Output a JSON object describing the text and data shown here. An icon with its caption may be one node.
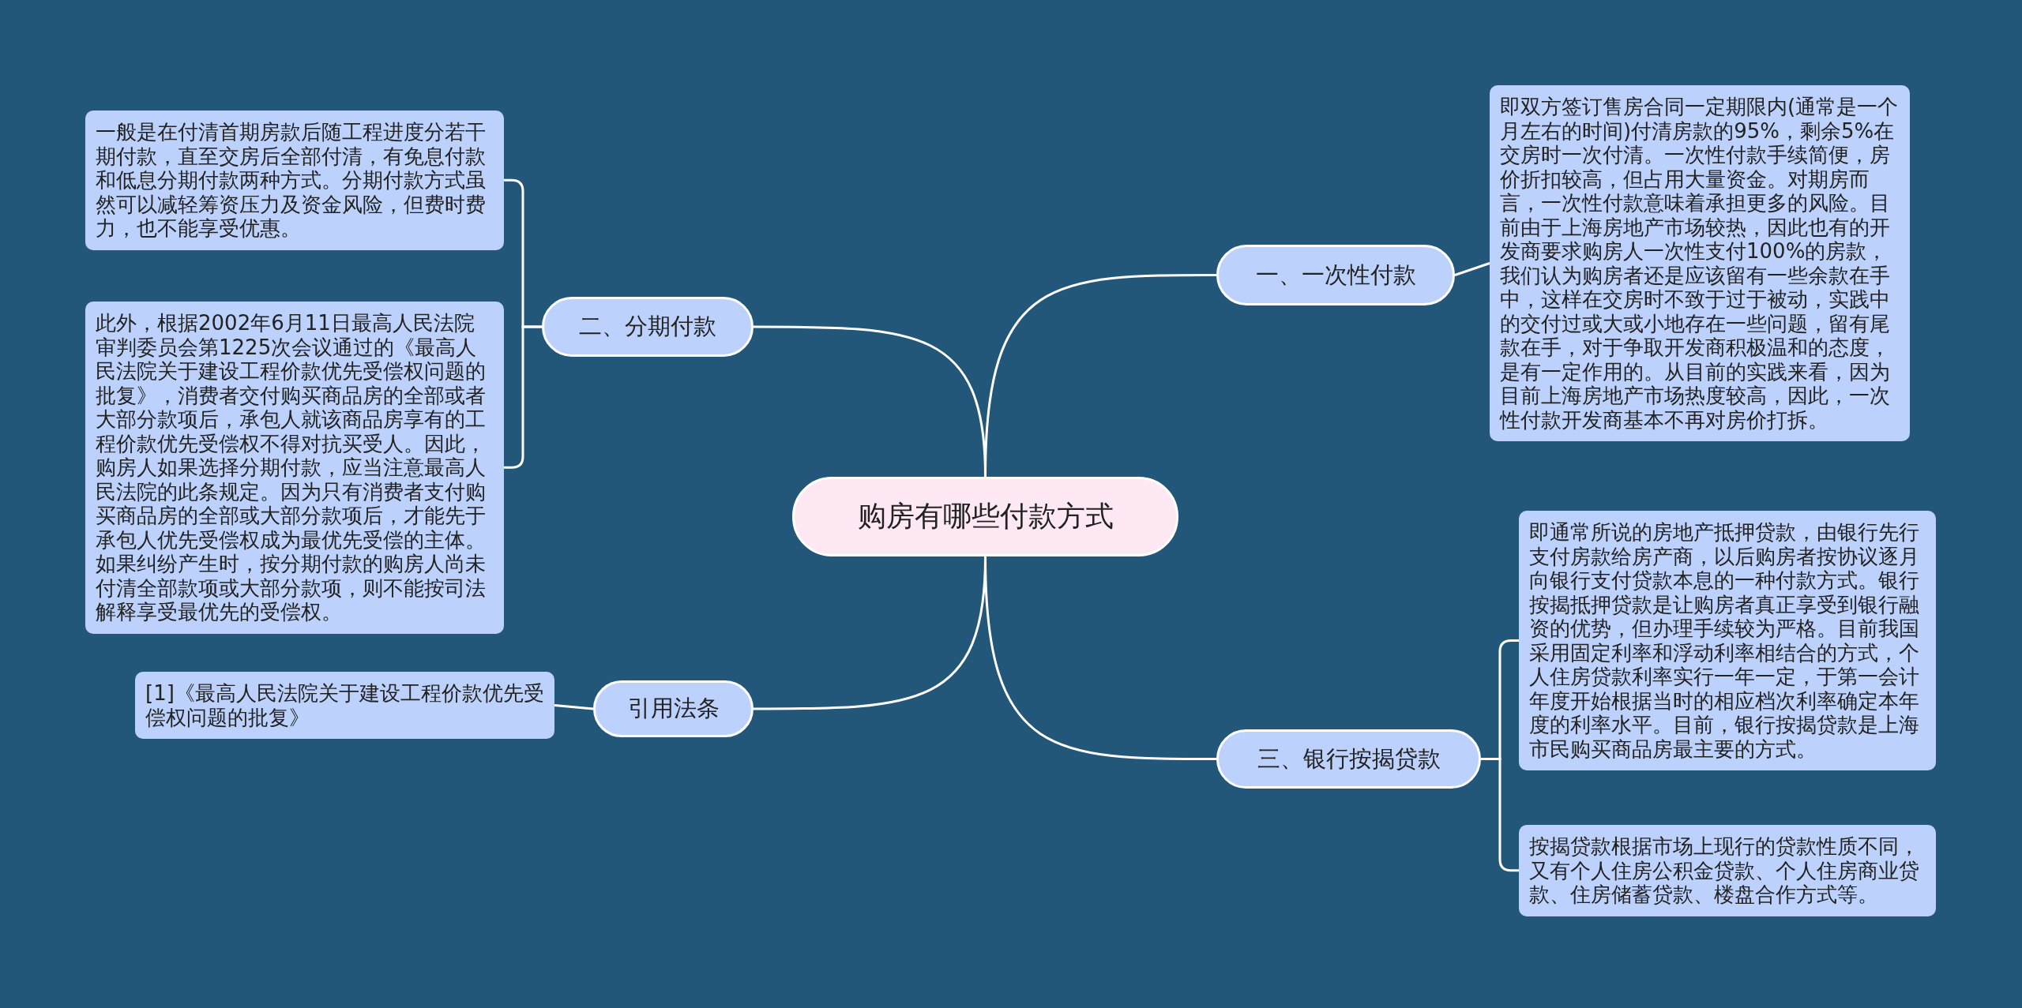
{
  "diagram": {
    "nodes": [
      {
        "text": [
          "购房有哪些付款方式"
        ]
      },
      {
        "text": [
          "一、一次性付款"
        ]
      },
      {
        "text": [
          "即双方签订售房合同一定期限内(通常是一个月左右的时间)付清房款的95%，剩余5%在交房时一次付清。一次性付款手续简便，房价折扣较高，但占用大量资金。对期房而言，一次性付款意味着承担更多的风险。目前由于上海房地产市场较热，因此也有的开发商要求购房人一次性支付100%的房款，我们认为购房者还是应该留有一些余款在手中，这样在交房时不致于过于被动，实践中的交付过或大或小地存在一些问题，留有尾款在手，对于争取开发商积极温和的态度，是有一定作用的。从目前的实践来看，因为目前上海房地产市场热度较高，因此，一次性付款开发商基本不再对房价打拆。"
        ]
      },
      {
        "text": [
          "二、分期付款"
        ]
      },
      {
        "text": [
          "一般是在付清首期房款后随工程进度分若干期付款，直至交房后全部付清，有免息付款和低息分期付款两种方式。分期付款方式虽然可以减轻筹资压力及资金风险，但费时费力，也不能享受优惠。"
        ]
      },
      {
        "text": [
          "此外，根据2002年6月11日最高人民法院审判委员会第1225次会议通过的《最高人民法院关于建设工程价款优先受偿权问题的批复》，消费者交付购买商品房的全部或者大部分款项后，承包人就该商品房享有的工程价款优先受偿权不得对抗买受人。因此，购房人如果选择分期付款，应当注意最高人民法院的此条规定。因为只有消费者支付购买商品房的全部或大部分款项后，才能先于承包人优先受偿权成为最优先受偿的主体。如果纠纷产生时，按分期付款的购房人尚未付清全部款项或大部分款项，则不能按司法解释享受最优先的受偿权。"
        ]
      },
      {
        "text": [
          "三、银行按揭贷款"
        ]
      },
      {
        "text": [
          "即通常所说的房地产抵押贷款，由银行先行支付房款给房产商，以后购房者按协议逐月向银行支付贷款本息的一种付款方式。银行按揭抵押贷款是让购房者真正享受到银行融资的优势，但办理手续较为严格。目前我国采用固定利率和浮动利率相结合的方式，个人住房贷款利率实行一年一定，于第一会计年度开始根据当时的相应档次利率确定本年度的利率水平。目前，银行按揭贷款是上海市民购买商品房最主要的方式。"
        ]
      },
      {
        "text": [
          "按揭贷款根据市场上现行的贷款性质不同，又有个人住房公积金贷款、个人住房商业贷款、住房储蓄贷款、楼盘合作方式等。"
        ]
      },
      {
        "text": [
          "引用法条"
        ]
      },
      {
        "text": [
          "[1]《最高人民法院关于建设工程价款优先受偿权问题的批复》"
        ]
      }
    ],
    "edges": [
      {
        "from": 0,
        "to": 1,
        "arrow": "none"
      },
      {
        "from": 1,
        "to": 2,
        "arrow": "none"
      },
      {
        "from": 0,
        "to": 3,
        "arrow": "none"
      },
      {
        "from": 3,
        "to": 4,
        "arrow": "none"
      },
      {
        "from": 3,
        "to": 5,
        "arrow": "none"
      },
      {
        "from": 0,
        "to": 6,
        "arrow": "none"
      },
      {
        "from": 6,
        "to": 7,
        "arrow": "none"
      },
      {
        "from": 6,
        "to": 8,
        "arrow": "none"
      },
      {
        "from": 0,
        "to": 9,
        "arrow": "none"
      },
      {
        "from": 9,
        "to": 10,
        "arrow": "none"
      }
    ]
  }
}
